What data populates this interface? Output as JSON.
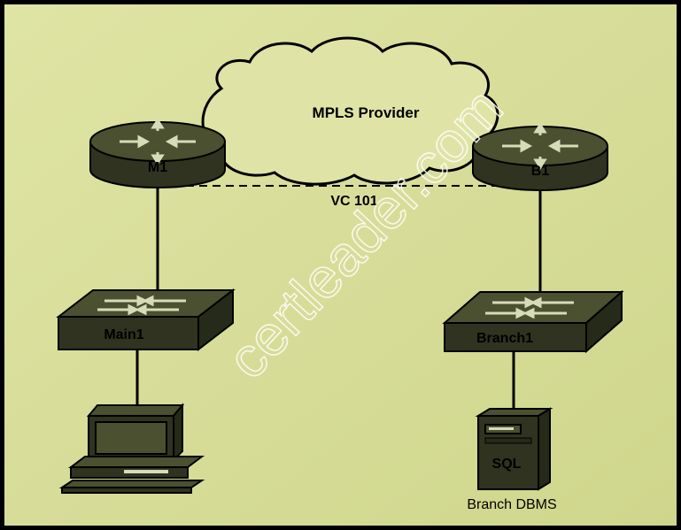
{
  "diagram": {
    "cloud_label": "MPLS Provider",
    "virtual_circuit_label": "VC 101",
    "watermark": "certleader.com",
    "colors": {
      "background": "#d9df9a",
      "device_top": "#4a5030",
      "device_side": "#2f3320",
      "link": "#000000",
      "border": "#000000"
    },
    "nodes": {
      "router_main": {
        "label": "M1",
        "type": "router"
      },
      "router_branch": {
        "label": "B1",
        "type": "router"
      },
      "switch_main": {
        "label": "Main1",
        "type": "switch"
      },
      "switch_branch": {
        "label": "Branch1",
        "type": "switch"
      },
      "workstation": {
        "label": "",
        "type": "pc"
      },
      "server": {
        "label": "SQL",
        "type": "server",
        "caption": "Branch DBMS"
      }
    }
  }
}
